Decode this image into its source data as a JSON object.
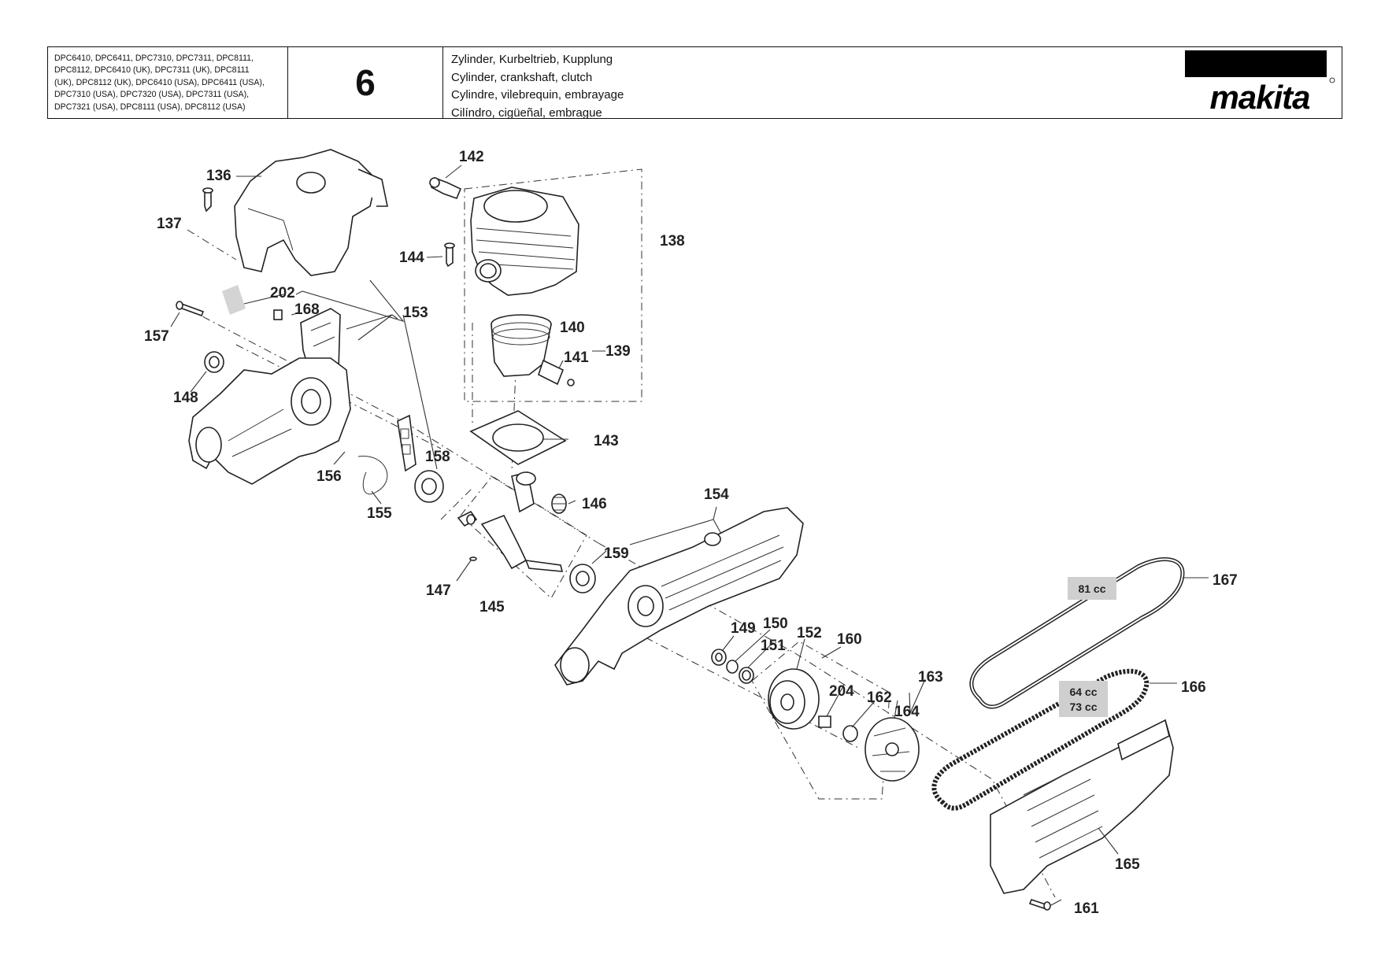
{
  "header": {
    "models": [
      "DPC6410, DPC6411, DPC7310, DPC7311, DPC8111,",
      "DPC8112, DPC6410 (UK), DPC7311 (UK), DPC8111",
      "(UK), DPC8112 (UK), DPC6410 (USA), DPC6411 (USA),",
      "DPC7310 (USA), DPC7320 (USA), DPC7311 (USA),",
      "DPC7321 (USA), DPC8111 (USA), DPC8112 (USA)"
    ],
    "page_number": "6",
    "titles": [
      "Zylinder, Kurbeltrieb, Kupplung",
      "Cylinder, crankshaft, clutch",
      "Cylindre, vilebrequin, embrayage",
      "Cilíndro, cigüeñal, embrague"
    ],
    "brand": "makita"
  },
  "parts": {
    "p136": "136",
    "p137": "137",
    "p142": "142",
    "p144": "144",
    "p138": "138",
    "p202": "202",
    "p168": "168",
    "p153": "153",
    "p157": "157",
    "p140": "140",
    "p141": "141",
    "p139": "139",
    "p148": "148",
    "p143": "143",
    "p158": "158",
    "p156": "156",
    "p155": "155",
    "p146": "146",
    "p154": "154",
    "p159": "159",
    "p147": "147",
    "p145": "145",
    "p149": "149",
    "p150": "150",
    "p151": "151",
    "p152": "152",
    "p160": "160",
    "p204": "204",
    "p162": "162",
    "p163": "163",
    "p164": "164",
    "p167": "167",
    "p166": "166",
    "p165": "165",
    "p161": "161"
  },
  "tags": {
    "cc81": "81 cc",
    "cc64": "64 cc",
    "cc73": "73 cc"
  },
  "colors": {
    "line": "#222222",
    "tag_fill": "#cfcfcf",
    "logo_black": "#000000"
  }
}
